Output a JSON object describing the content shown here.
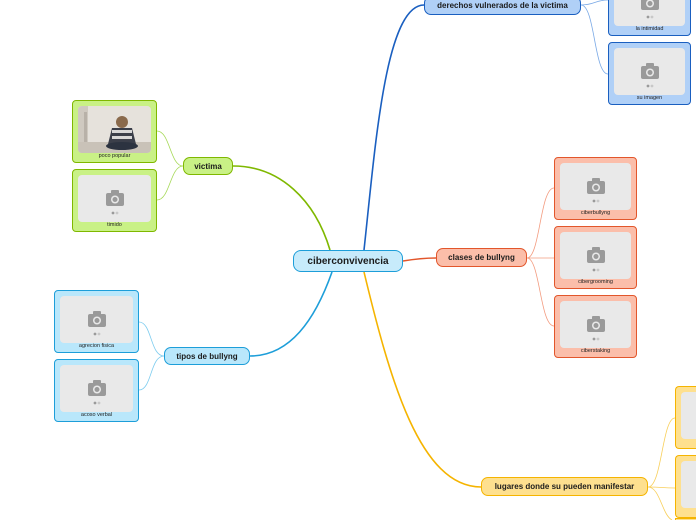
{
  "mindmap": {
    "root": {
      "label": "ciberconvivencia"
    },
    "branches": [
      {
        "label": "victima",
        "color": "#7fb800",
        "fill": "#c9f186",
        "children": [
          {
            "label": "poco popular",
            "image": "child-photo"
          },
          {
            "label": "timido",
            "image": "camera-icon"
          }
        ]
      },
      {
        "label": "tipos de bullyng",
        "color": "#1d9ed9",
        "fill": "#b9e7fb",
        "children": [
          {
            "label": "agrecion fisica",
            "image": "camera-icon"
          },
          {
            "label": "acoso verbal",
            "image": "camera-icon"
          }
        ]
      },
      {
        "label": "derechos vulnerados de la victima",
        "color": "#1a5fc0",
        "fill": "#b0d0f7",
        "children": [
          {
            "label": "la intimidad",
            "image": "camera-icon"
          },
          {
            "label": "su imagen",
            "image": "camera-icon"
          }
        ]
      },
      {
        "label": "clases de bullyng",
        "color": "#e2562b",
        "fill": "#fbbeaa",
        "children": [
          {
            "label": "ciberbullyng",
            "image": "camera-icon"
          },
          {
            "label": "cibergrooming",
            "image": "camera-icon"
          },
          {
            "label": "ciberstaking",
            "image": "camera-icon"
          }
        ]
      },
      {
        "label": "lugares donde su pueden manifestar",
        "color": "#f5b400",
        "fill": "#fee08f",
        "children": [
          {
            "label": "",
            "image": "camera-icon"
          },
          {
            "label": "",
            "image": "camera-icon"
          },
          {
            "label": "",
            "image": "camera-icon"
          }
        ]
      }
    ]
  }
}
